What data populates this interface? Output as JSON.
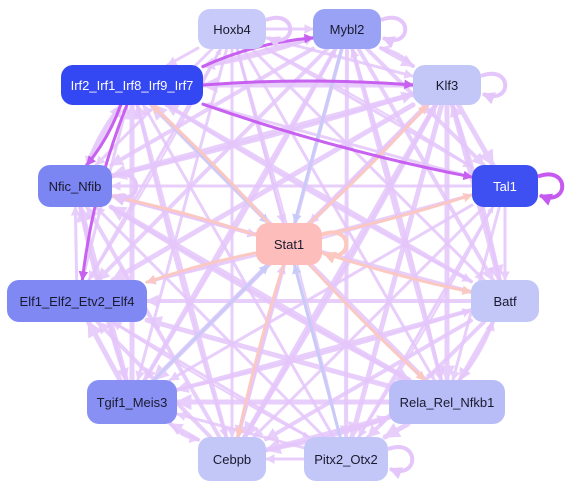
{
  "colors": {
    "edge_lilac": "#e5c6fb",
    "edge_purple": "#c65af0",
    "edge_salmon": "#fcc8c0",
    "edge_blue": "#c7cbf7"
  },
  "nodes": [
    {
      "id": "hoxb4",
      "label": "Hoxb4",
      "color": "#c8cbf9"
    },
    {
      "id": "mybl2",
      "label": "Mybl2",
      "color": "#9aa2f6"
    },
    {
      "id": "irf",
      "label": "Irf2_Irf1_Irf8_Irf9_Irf7",
      "color": "#3347f2",
      "dark": true
    },
    {
      "id": "klf3",
      "label": "Klf3",
      "color": "#c2c7f8"
    },
    {
      "id": "nfic",
      "label": "Nfic_Nfib",
      "color": "#7c86f3"
    },
    {
      "id": "tal1",
      "label": "Tal1",
      "color": "#3e50f1",
      "dark": true
    },
    {
      "id": "stat1",
      "label": "Stat1",
      "color": "#fdbdbb"
    },
    {
      "id": "elf",
      "label": "Elf1_Elf2_Etv2_Elf4",
      "color": "#7f88f3"
    },
    {
      "id": "batf",
      "label": "Batf",
      "color": "#c2c7f8"
    },
    {
      "id": "tgif",
      "label": "Tgif1_Meis3",
      "color": "#8890f4"
    },
    {
      "id": "rela",
      "label": "Rela_Rel_Nfkb1",
      "color": "#b8bdf7"
    },
    {
      "id": "cebpb",
      "label": "Cebpb",
      "color": "#c2c7f8"
    },
    {
      "id": "pitx",
      "label": "Pitx2_Otx2",
      "color": "#c2c7f8"
    }
  ]
}
